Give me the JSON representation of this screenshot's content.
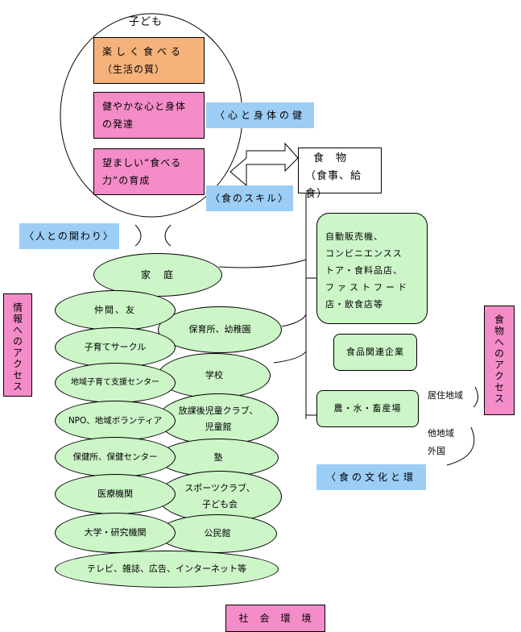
{
  "child": {
    "title": "子ども",
    "goal_eat_line1": "楽しく食べる",
    "goal_eat_line2": "（生活の質）",
    "goal_health_line1": "健やかな心と身体",
    "goal_health_line2": "の発達",
    "goal_skill_line1": "望ましい“食べる",
    "goal_skill_line2": "力”の育成"
  },
  "labels": {
    "heart_body": "〈心と身体の健",
    "food_skill": "〈食のスキル〉",
    "human_relations": "〈人との関わり〉",
    "food_culture": "〈食の文化と環"
  },
  "food": {
    "title": "食　物",
    "subtitle": "（食事、給食）",
    "retail_line1": "自動販売機、",
    "retail_line2": "コンビニエンスス",
    "retail_line3": "トア・食料品店、",
    "retail_line4": "ファストフード",
    "retail_line5": "店・飲食店等",
    "company": "食品関連企業",
    "producer": "農・水・畜産場"
  },
  "regions": {
    "local": "居住地域",
    "other": "他地域",
    "foreign": "外国"
  },
  "access": {
    "information": "情報へのアクセス",
    "food": "食物へのアクセス"
  },
  "society": {
    "home": "家　庭",
    "friends": "仲間、友",
    "parenting_circle": "子育てサークル",
    "support_center": "地域子育て支援センター",
    "npo": "NPO、地域ボランティア",
    "health_center": "保健所、保健センター",
    "medical": "医療機関",
    "university": "大学・研究機関",
    "media": "テレビ、雑誌、広告、インターネット等",
    "nursery": "保育所、幼稚園",
    "school": "学校",
    "afterschool_line1": "放課後児童クラブ、",
    "afterschool_line2": "児童館",
    "cram": "塾",
    "sports_line1": "スポーツクラブ、",
    "sports_line2": "子ども会",
    "community_hall": "公民館",
    "environment": "社　会　環　境"
  },
  "colors": {
    "orange": "#f5b27a",
    "pink": "#f48cc8",
    "blue": "#9ccdf5",
    "green": "#ccf5c8"
  }
}
